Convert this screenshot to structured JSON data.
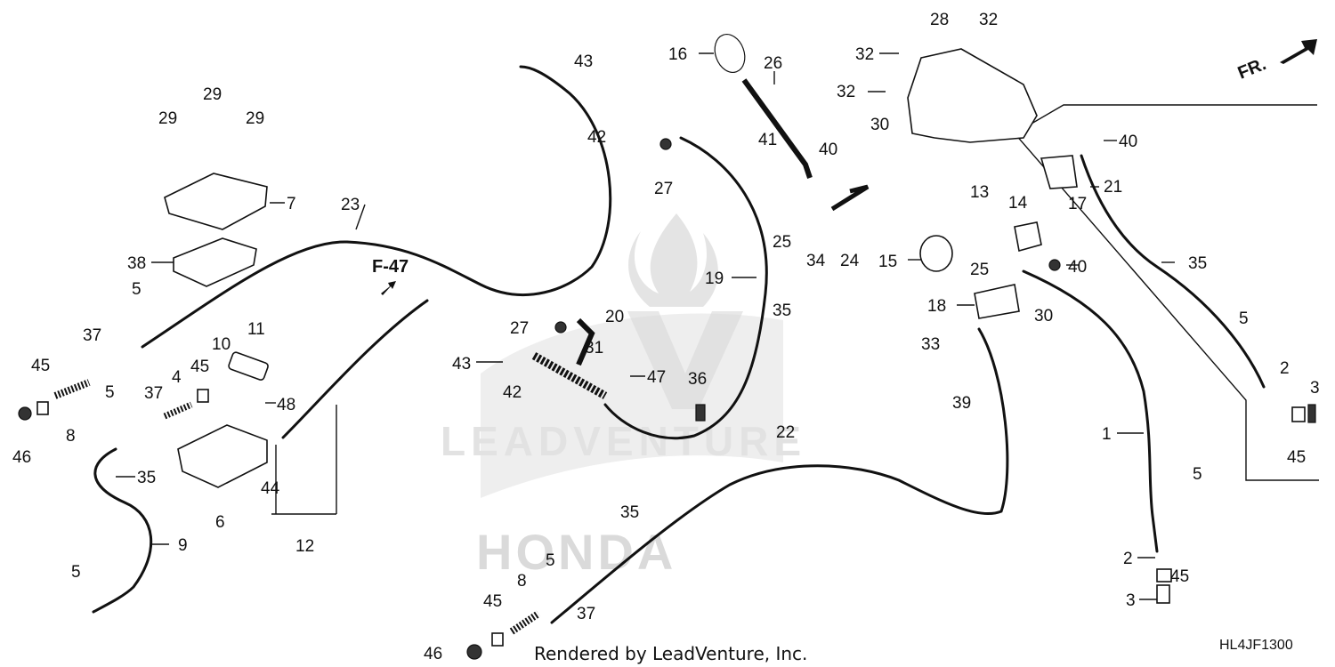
{
  "diagram": {
    "callouts": [
      "1",
      "2",
      "3",
      "4",
      "5",
      "6",
      "7",
      "8",
      "9",
      "10",
      "11",
      "12",
      "13",
      "14",
      "15",
      "16",
      "17",
      "18",
      "19",
      "20",
      "21",
      "22",
      "23",
      "24",
      "25",
      "26",
      "27",
      "28",
      "29",
      "30",
      "31",
      "32",
      "33",
      "34",
      "35",
      "36",
      "37",
      "38",
      "39",
      "40",
      "41",
      "42",
      "43",
      "44",
      "45",
      "46",
      "47",
      "48"
    ],
    "reference": "F-47",
    "front_label": "FR.",
    "footer": "Rendered by LeadVenture, Inc.",
    "diagram_code": "HL4JF1300",
    "watermark_brand": "HONDA",
    "watermark_company": "LEADVENTURE"
  }
}
